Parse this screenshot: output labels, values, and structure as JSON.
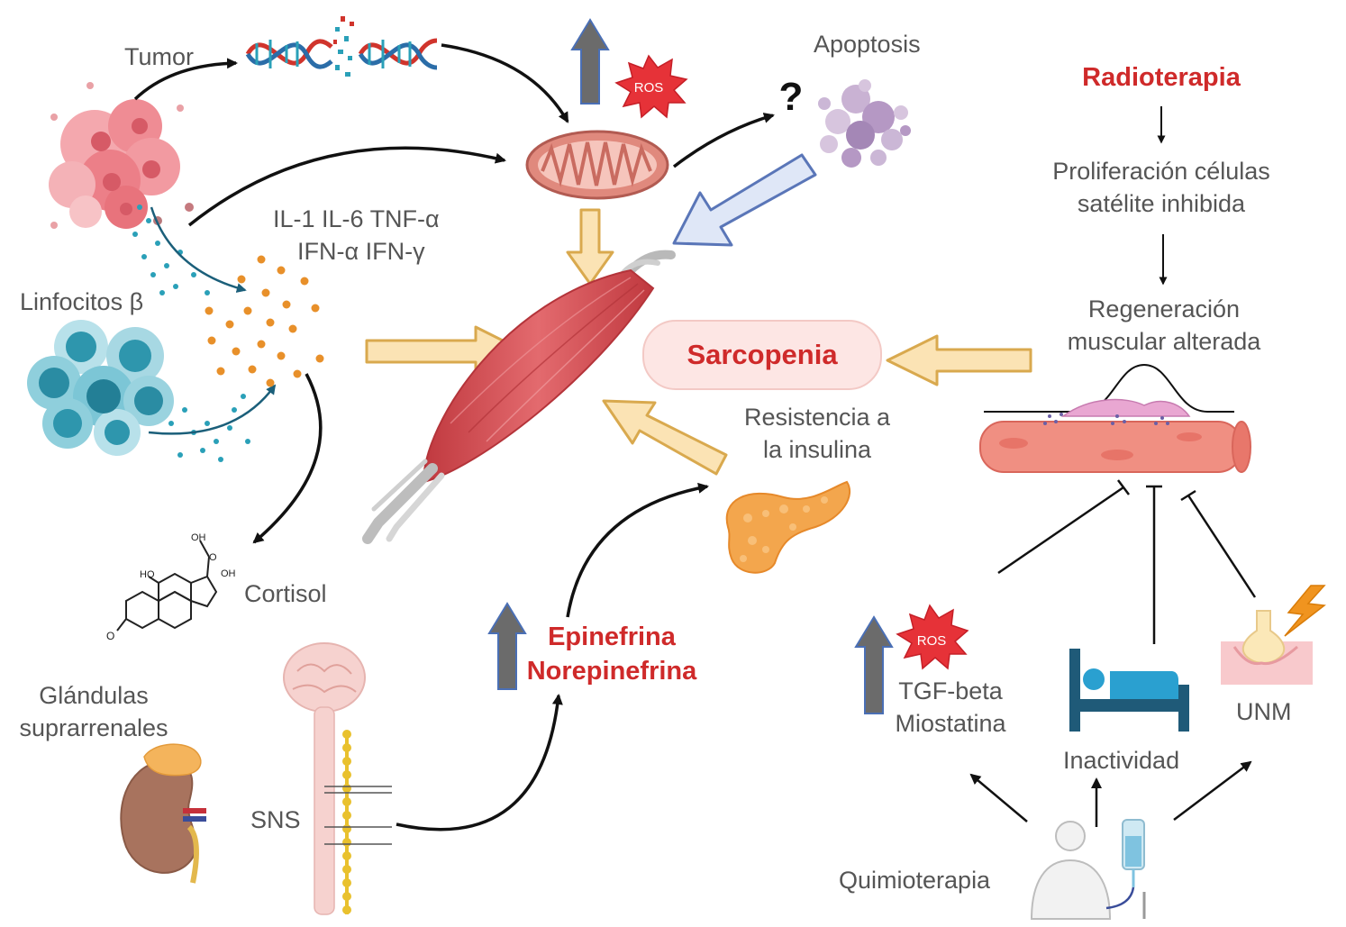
{
  "labels": {
    "tumor": "Tumor",
    "linfocitos": "Linfocitos β",
    "cytokines_line1": "IL-1  IL-6   TNF-α",
    "cytokines_line2": "IFN-α   IFN-γ",
    "cortisol": "Cortisol",
    "glandulas_line1": "Glándulas",
    "glandulas_line2": "suprarrenales",
    "sns": "SNS",
    "epinefrina": "Epinefrina",
    "norepinefrina": "Norepinefrina",
    "apoptosis": "Apoptosis",
    "question": "?",
    "ros": "ROS",
    "sarcopenia": "Sarcopenia",
    "resistencia_line1": "Resistencia a",
    "resistencia_line2": "la insulina",
    "radioterapia": "Radioterapia",
    "proliferacion_line1": "Proliferación células",
    "proliferacion_line2": "satélite inhibida",
    "regeneracion_line1": "Regeneración",
    "regeneracion_line2": "muscular alterada",
    "tgf_line1": "TGF-beta",
    "tgf_line2": "Miostatina",
    "inactividad": "Inactividad",
    "unm": "UNM",
    "quimioterapia": "Quimioterapia"
  },
  "colors": {
    "highlight_red": "#cf2a2a",
    "label_gray": "#555555",
    "block_arrow_fill": "#fbe3b4",
    "block_arrow_stroke": "#d9a94e",
    "blue_arrow_fill": "#dfe7f7",
    "blue_arrow_stroke": "#5a76b8",
    "muscle": "#d9545a",
    "mitochondria": "#e0897d",
    "tumor_cells": "#ef8c94",
    "lymphocytes": "#5db6c8",
    "pancreas": "#f3a64d",
    "ros_burst": "#e63238"
  },
  "icons": [
    "dna-icon",
    "tumor-cells-icon",
    "lymphocytes-icon",
    "mitochondria-icon",
    "muscle-icon",
    "apoptosis-cell-icon",
    "ros-burst-icon",
    "up-arrow-icon",
    "cortisol-molecule-icon",
    "kidney-icon",
    "nervous-system-icon",
    "pancreas-icon",
    "muscle-fiber-icon",
    "bed-icon",
    "neuromuscular-junction-icon",
    "lightning-icon",
    "patient-iv-icon"
  ]
}
